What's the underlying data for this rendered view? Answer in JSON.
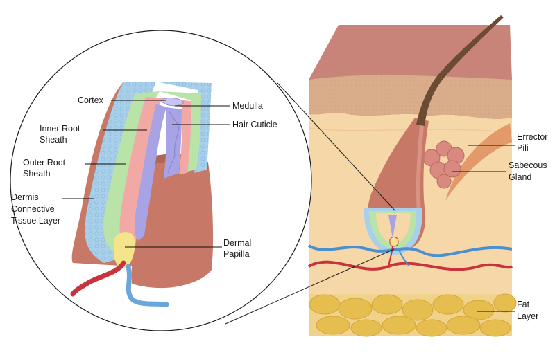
{
  "labels": {
    "cortex": "Cortex",
    "medulla": "Medulla",
    "hair_cuticle": "Hair Cuticle",
    "inner_root_sheath": [
      "Inner Root",
      "Sheath"
    ],
    "outer_root_sheath": [
      "Outer Root",
      "Sheath"
    ],
    "dermis_connective_tissue_layer": [
      "Dermis",
      "Connective",
      "Tissue Layer"
    ],
    "dermal_papilla": [
      "Dermal",
      "Papilla"
    ],
    "errector_pili": [
      "Errector",
      "Pili"
    ],
    "sabecous_gland": [
      "Sabecous",
      "Gland"
    ],
    "fat_layer": [
      "Fat",
      "Layer"
    ]
  },
  "colors": {
    "skin_top": "#c9847a",
    "epidermis": "#d9ad8a",
    "dermis": "#f6d7a8",
    "fat": "#e8c15a",
    "follicle": "#c77867",
    "outer_sheath": "#a8d0ea",
    "green_layer": "#b9e3a7",
    "pink_layer": "#f2a9a6",
    "medulla": "#a7a3e4",
    "papilla": "#f4e58a",
    "artery": "#c8333d",
    "vein": "#4c8fcf",
    "gland": "#d98a80",
    "muscle": "#e39a6b"
  }
}
